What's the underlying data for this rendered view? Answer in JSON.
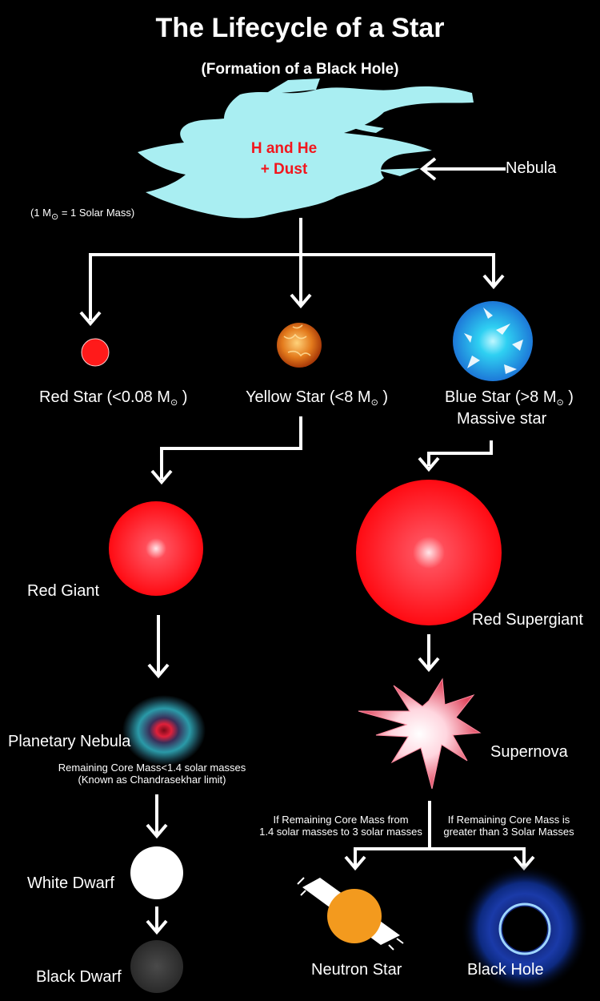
{
  "title": "The Lifecycle of a Star",
  "subtitle": "(Formation of a Black Hole)",
  "nebula": {
    "content_line1": "H and He",
    "content_line2": "+ Dust",
    "label": "Nebula"
  },
  "mass_note": {
    "prefix": "(1 M",
    "suffix": "= 1 Solar Mass)"
  },
  "stars": {
    "red_star_prefix": "Red Star (<0.08 M",
    "red_star_suffix": ")",
    "yellow_star_prefix": "Yellow Star (<8 M",
    "yellow_star_suffix": ")",
    "blue_star_prefix": "Blue Star (>8 M",
    "blue_star_suffix": ")",
    "blue_star_note": "Massive star"
  },
  "stages": {
    "red_giant": "Red Giant",
    "red_supergiant": "Red Supergiant",
    "planetary_nebula": "Planetary Nebula",
    "core_mass_note_line1": "Remaining Core Mass<1.4 solar masses",
    "core_mass_note_line2": "(Known as Chandrasekhar limit)",
    "supernova": "Supernova",
    "white_dwarf": "White Dwarf",
    "black_dwarf": "Black Dwarf",
    "neutron_note_line1": "If Remaining Core Mass from",
    "neutron_note_line2": "1.4 solar masses to 3 solar masses",
    "blackhole_note_line1": "If Remaining Core Mass is",
    "blackhole_note_line2": "greater  than 3 Solar Masses",
    "neutron_star": "Neutron Star",
    "black_hole": "Black Hole"
  },
  "colors": {
    "background": "#000000",
    "nebula": "#a9eef2",
    "red": "#ff1a1a",
    "orange_neutron": "#f39a1e",
    "blue_star": "#2fa9e6"
  }
}
